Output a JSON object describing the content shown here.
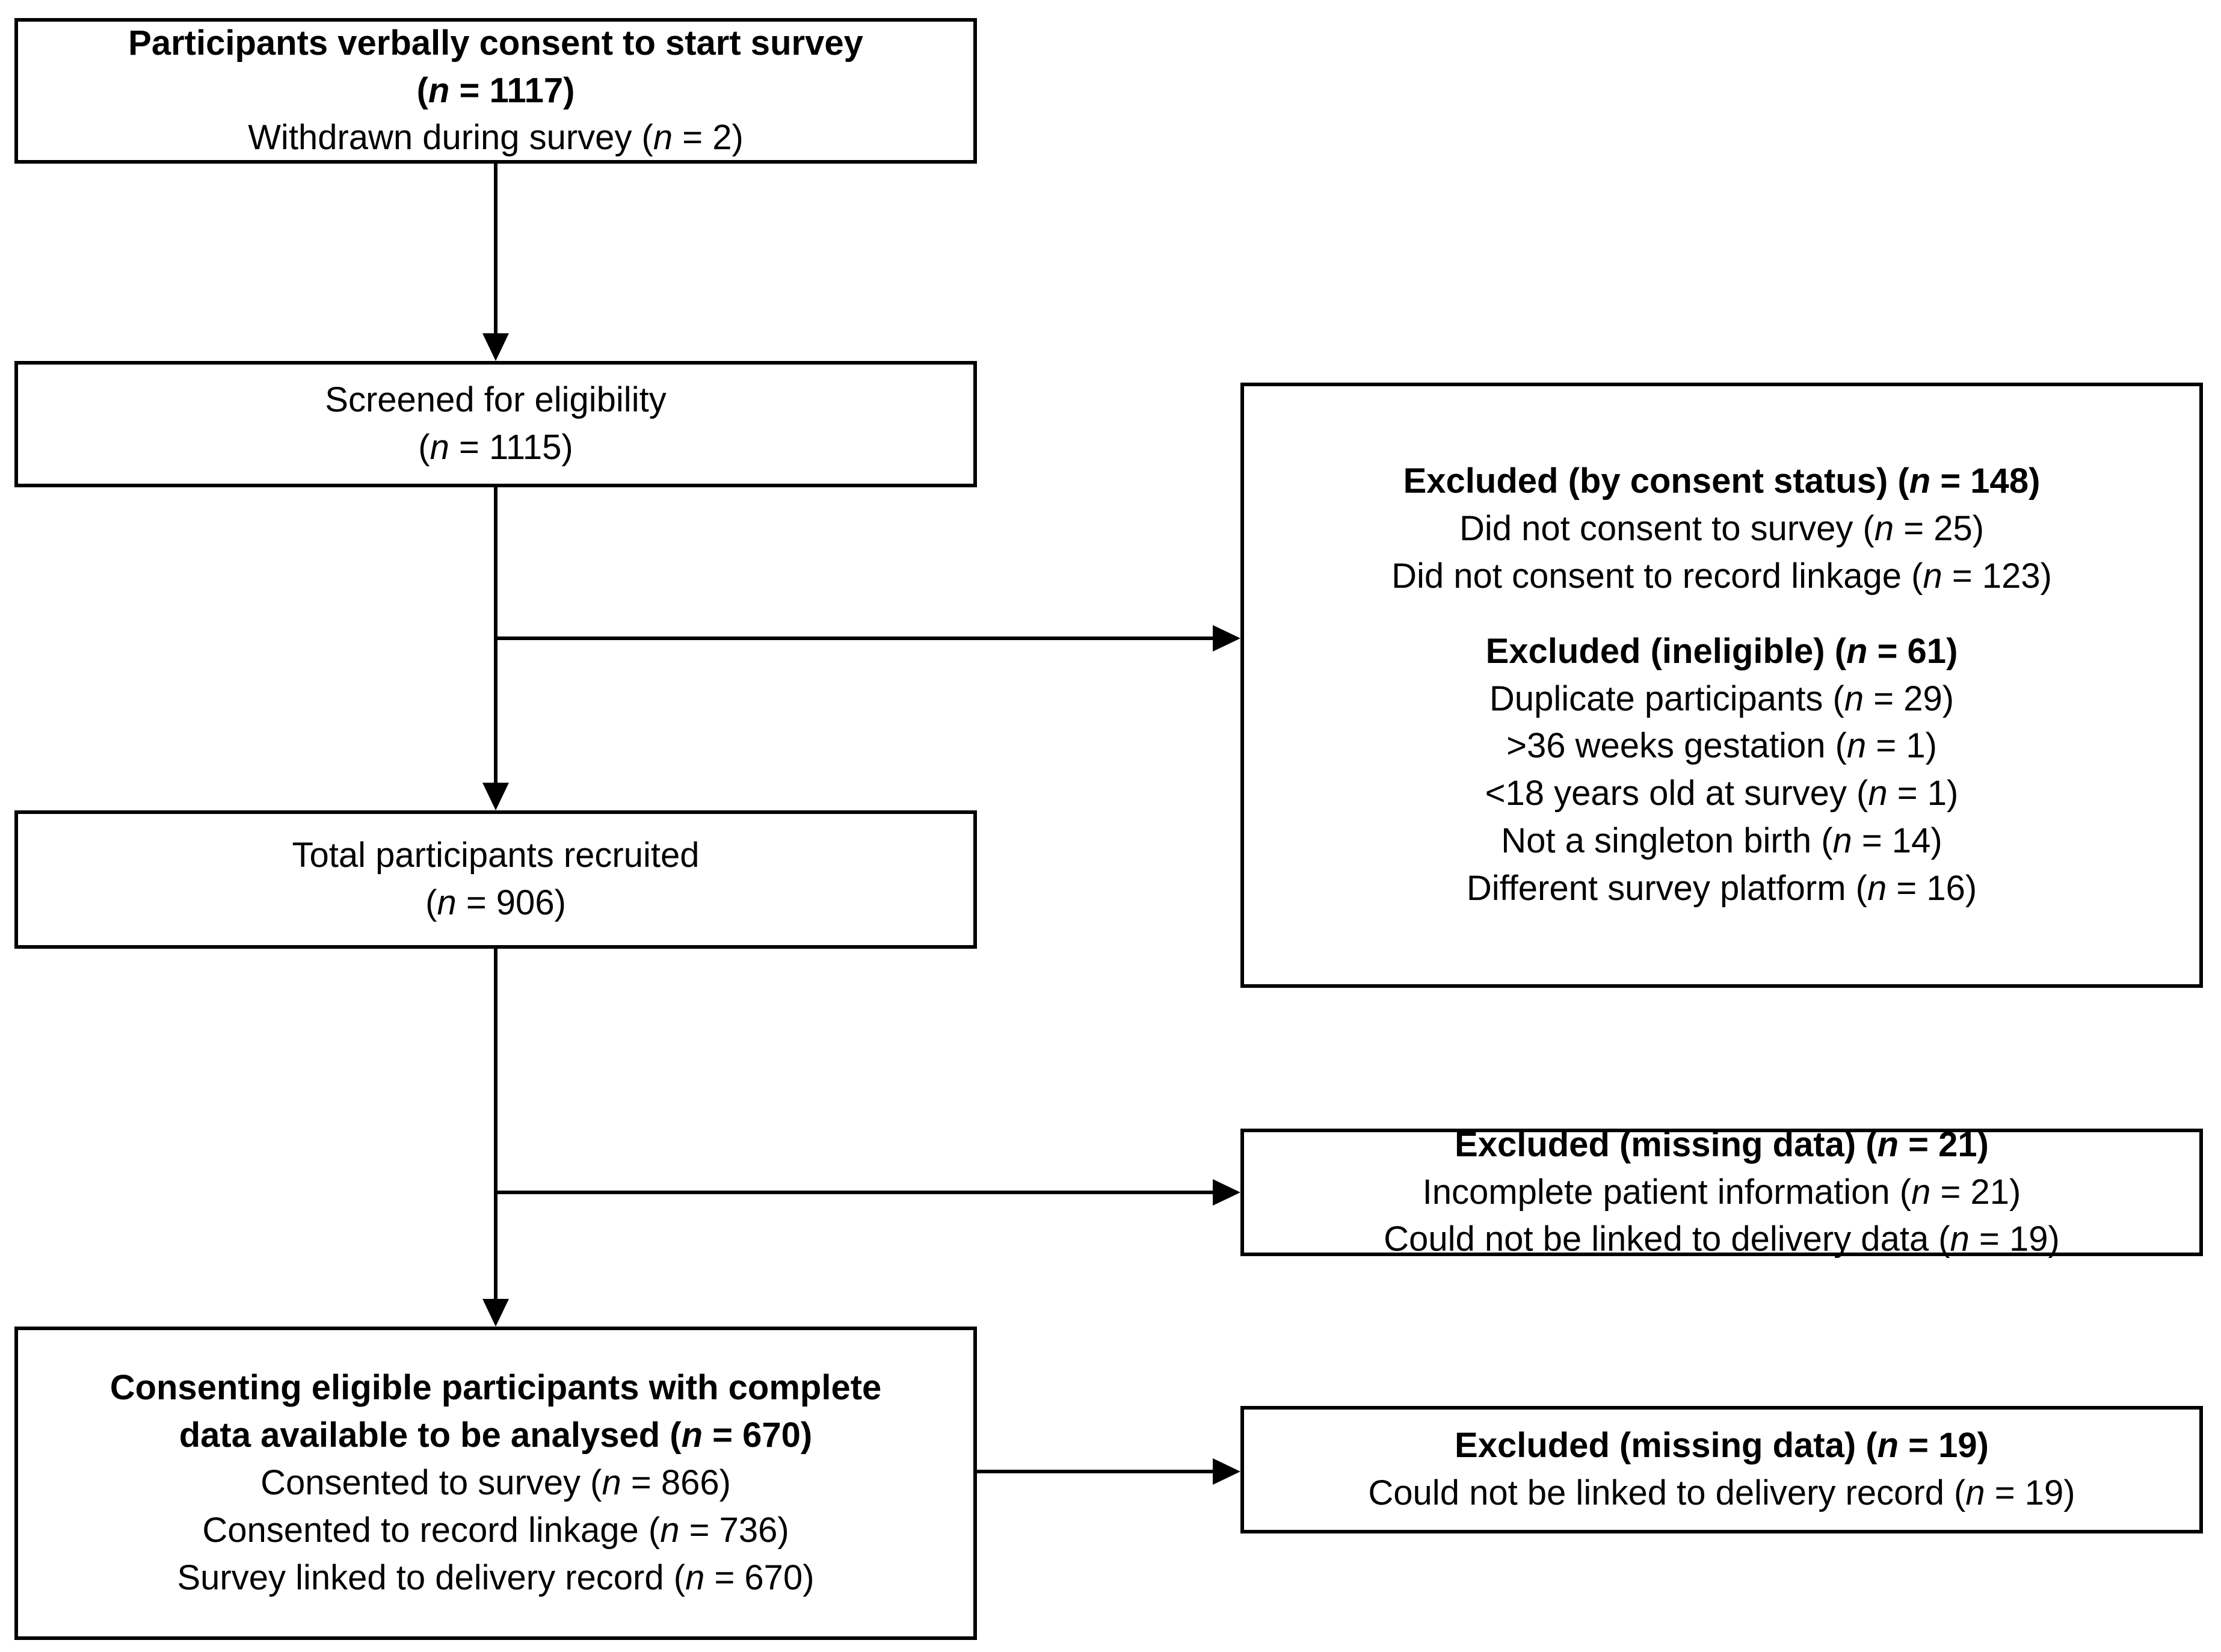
{
  "figure": {
    "type": "flow-diagram",
    "title": "Participant recruitment and inclusion flow diagram"
  },
  "nodes": {
    "consent": {
      "lines": [
        {
          "text": "Participants verbally consent to start survey",
          "bold": true
        },
        {
          "text": "(n = 1117)",
          "bold": true
        },
        {
          "text": "Withdrawn during survey (n = 2)",
          "bold": false
        }
      ]
    },
    "screened": {
      "lines": [
        {
          "text": "Screened for eligibility",
          "bold": false
        },
        {
          "text": "(n = 1115)",
          "bold": false
        }
      ]
    },
    "recruited": {
      "lines": [
        {
          "text": "Total participants recruited",
          "bold": false
        },
        {
          "text": "(n = 906)",
          "bold": false
        }
      ]
    },
    "analysed": {
      "lines": [
        {
          "text": "Consenting eligible participants with complete",
          "bold": true
        },
        {
          "text": "data available to be analysed (n = 670)",
          "bold": true
        },
        {
          "text": "Consented to survey (n = 866)",
          "bold": false
        },
        {
          "text": "Consented to record linkage (n = 736)",
          "bold": false
        },
        {
          "text": "Survey linked to delivery record (n = 670)",
          "bold": false
        }
      ]
    },
    "excluded_consent_ineligible": {
      "lines": [
        {
          "text": "Excluded (by consent status) (n = 148)",
          "bold": true
        },
        {
          "text": "Did not consent to survey (n = 25)",
          "bold": false
        },
        {
          "text": "Did not consent to record linkage (n = 123)",
          "bold": false
        },
        {
          "text": "",
          "bold": false,
          "spacer": true
        },
        {
          "text": "Excluded (ineligible) (n = 61)",
          "bold": true
        },
        {
          "text": "Duplicate participants (n = 29)",
          "bold": false
        },
        {
          "text": ">36 weeks gestation (n = 1)",
          "bold": false
        },
        {
          "text": "<18 years old at survey (n = 1)",
          "bold": false
        },
        {
          "text": "Not a singleton birth (n = 14)",
          "bold": false
        },
        {
          "text": "Different survey platform (n = 16)",
          "bold": false
        }
      ]
    },
    "excluded_missing_21": {
      "lines": [
        {
          "text": "Excluded (missing data) (n = 21)",
          "bold": true
        },
        {
          "text": "Incomplete patient information (n = 21)",
          "bold": false
        },
        {
          "text": "Could not be linked to delivery data (n = 19)",
          "bold": false
        }
      ]
    },
    "excluded_missing_19": {
      "lines": [
        {
          "text": "Excluded (missing data) (n = 19)",
          "bold": true
        },
        {
          "text": "Could not be linked to delivery record (n = 19)",
          "bold": false
        }
      ]
    }
  },
  "counts": {
    "verbally_consented": 1117,
    "withdrawn_during_survey": 2,
    "screened_for_eligibility": 1115,
    "excluded_by_consent_status": 148,
    "did_not_consent_to_survey": 25,
    "did_not_consent_to_record_linkage": 123,
    "excluded_ineligible": 61,
    "duplicate_participants": 29,
    "over_36_weeks_gestation": 1,
    "under_18_years_old": 1,
    "not_singleton_birth": 14,
    "different_survey_platform": 16,
    "total_recruited": 906,
    "excluded_missing_data_stage1": 21,
    "incomplete_patient_information": 21,
    "could_not_link_delivery_data": 19,
    "analysed": 670,
    "consented_to_survey": 866,
    "consented_to_record_linkage": 736,
    "survey_linked_to_delivery_record": 670,
    "excluded_missing_data_stage2": 19,
    "could_not_link_delivery_record": 19
  },
  "colors": {
    "stroke": "#000000",
    "fill": "#ffffff",
    "text": "#000000"
  }
}
